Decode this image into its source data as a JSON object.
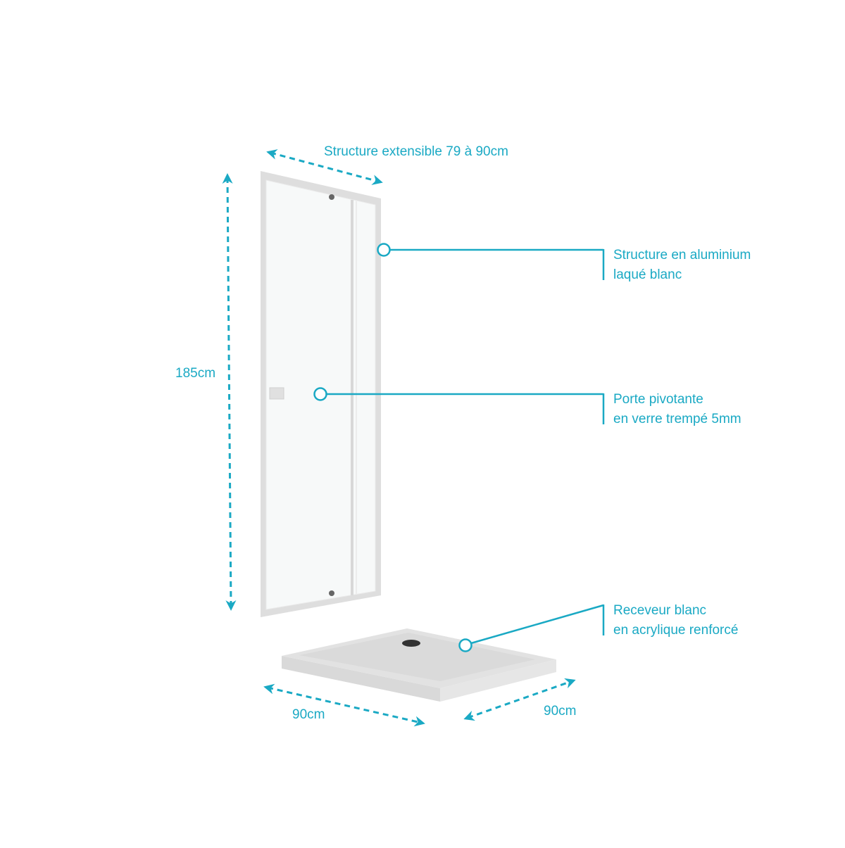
{
  "colors": {
    "accent": "#1aa9c4",
    "frame": "#dcdcdc",
    "tray": "#e3e3e3"
  },
  "dimensions": {
    "width_top": "Structure extensible 79 à 90cm",
    "height": "185cm",
    "tray_left": "90cm",
    "tray_right": "90cm"
  },
  "callouts": [
    {
      "line1": "Structure en aluminium",
      "line2": "laqué blanc"
    },
    {
      "line1": "Porte pivotante",
      "line2": "en verre trempé 5mm"
    },
    {
      "line1": "Receveur blanc",
      "line2": "en acrylique renforcé"
    }
  ]
}
